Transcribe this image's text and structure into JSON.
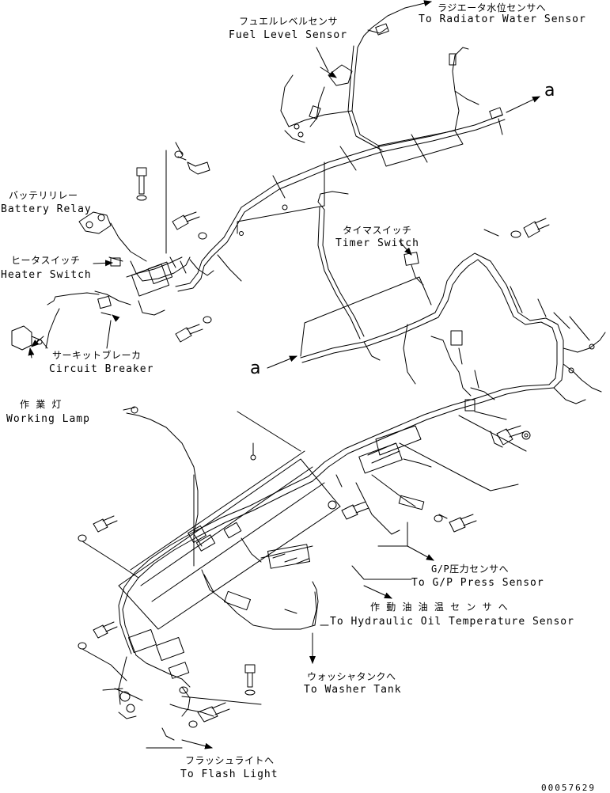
{
  "drawing": {
    "line_color": "#000000",
    "background": "#ffffff",
    "reference_letters": [
      "a",
      "a"
    ],
    "labels": {
      "radiator_jp": "ラジエータ水位センサへ",
      "radiator_en": "To Radiator Water Sensor",
      "fuel_jp": "フュエルレベルセンサ",
      "fuel_en": "Fuel Level Sensor",
      "battery_jp": "バッテリリレー",
      "battery_en": "Battery Relay",
      "heater_jp": "ヒータスイッチ",
      "heater_en": "Heater Switch",
      "timer_jp": "タイマスイッチ",
      "timer_en": "Timer Switch",
      "breaker_jp": "サーキットブレーカ",
      "breaker_en": "Circuit Breaker",
      "lamp_jp": "作 業 灯",
      "lamp_en": "Working Lamp",
      "gp_jp": "G/P圧力センサへ",
      "gp_en": "To G/P Press Sensor",
      "hyd_jp": "作 動 油 油 温 セ ン サ へ",
      "hyd_en": "To Hydraulic Oil Temperature Sensor",
      "washer_jp": "ウォッシャタンクへ",
      "washer_en": "To Washer Tank",
      "flash_jp": "フラッシュライトへ",
      "flash_en": "To Flash Light"
    },
    "drawing_number": "00057629"
  }
}
